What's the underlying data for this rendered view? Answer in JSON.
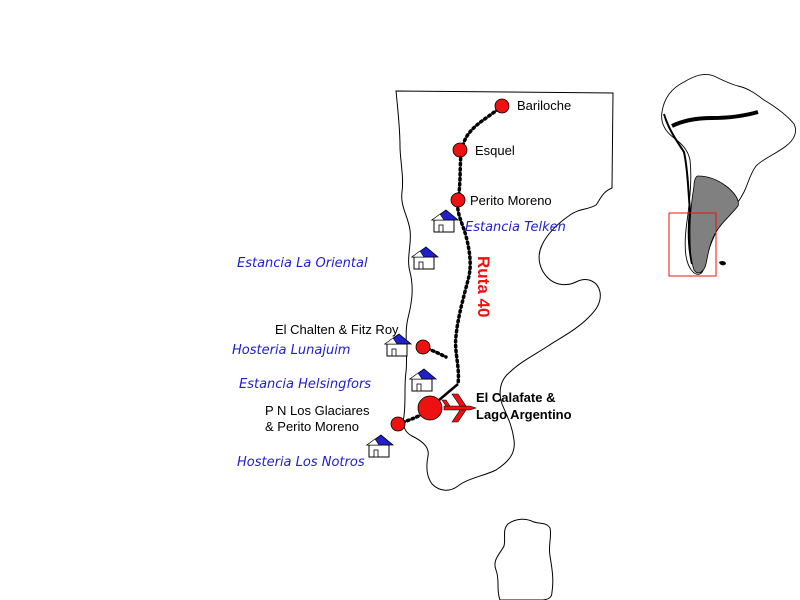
{
  "colors": {
    "city_marker": "#ee1111",
    "estancia_text": "#1f1fcc",
    "house_roof": "#1f1fcc",
    "route_label": "#ee1111",
    "inset_region": "#808080",
    "inset_frame": "#ee1111",
    "plane": "#ee1111"
  },
  "route": {
    "label": "Ruta 40"
  },
  "cities": [
    {
      "id": "bariloche",
      "label": "Bariloche"
    },
    {
      "id": "esquel",
      "label": "Esquel"
    },
    {
      "id": "perito-moreno-town",
      "label": "Perito Moreno"
    },
    {
      "id": "el-chalten",
      "label": "El Chalten & Fitz Roy"
    },
    {
      "id": "pn-los-glaciares",
      "label_line1": "P N Los Glaciares",
      "label_line2": "& Perito Moreno"
    }
  ],
  "hub": {
    "label_line1": "El Calafate &",
    "label_line2": "Lago Argentino",
    "icon": "airplane-icon"
  },
  "estancias": [
    {
      "id": "telken",
      "label": "Estancia Telken",
      "icon": "house-icon"
    },
    {
      "id": "la-oriental",
      "label": "Estancia La Oriental",
      "icon": "house-icon"
    },
    {
      "id": "lunajuim",
      "label": "Hosteria Lunajuim",
      "icon": "house-icon"
    },
    {
      "id": "helsingfors",
      "label": "Estancia Helsingfors",
      "icon": "house-icon"
    },
    {
      "id": "los-notros",
      "label": "Hosteria Los Notros",
      "icon": "house-icon"
    }
  ],
  "inset": {
    "icon": "south-america-map-icon"
  }
}
